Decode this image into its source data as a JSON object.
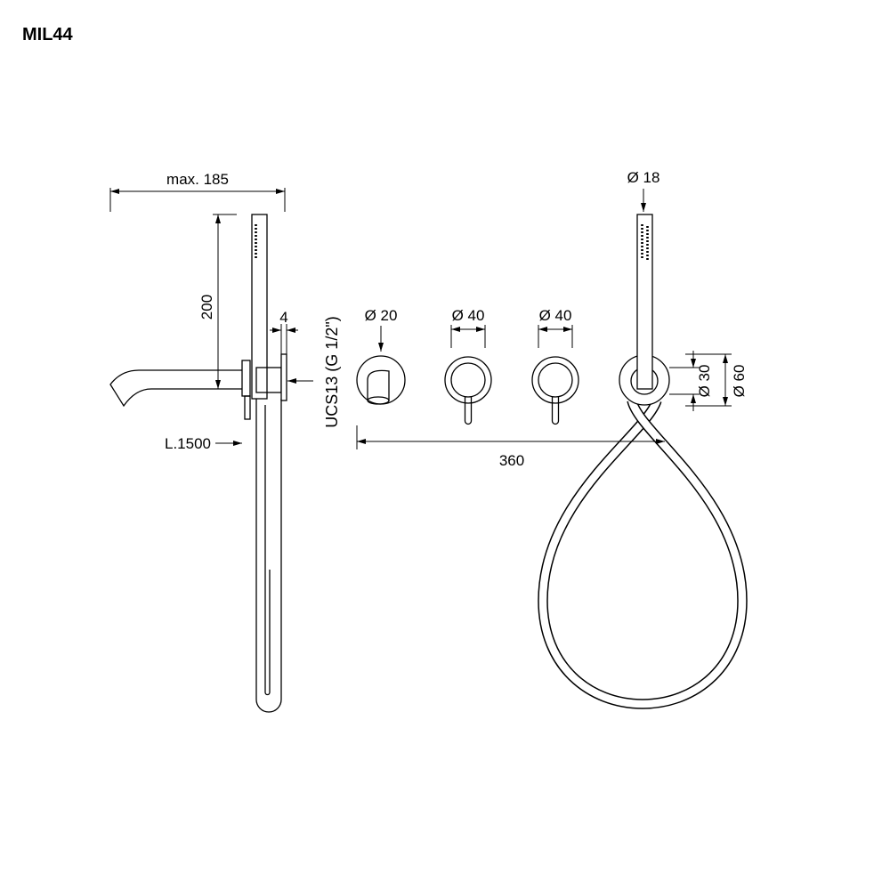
{
  "title": "MIL44",
  "side_view": {
    "width_dim": "max. 185",
    "height_dim": "200",
    "plate_dim": "4",
    "connection_label": "UCS13 (G 1/2\")",
    "hose_length": "L.1500"
  },
  "front_view": {
    "spout_dia": "Ø 20",
    "mixer_1_dia": "Ø 40",
    "mixer_2_dia": "Ø 40",
    "handshower_dia": "Ø 18",
    "outlet_inner_dia": "Ø 30",
    "outlet_outer_dia": "Ø 60",
    "spacing_dim": "360"
  },
  "colors": {
    "line": "#000000",
    "background": "#ffffff"
  }
}
